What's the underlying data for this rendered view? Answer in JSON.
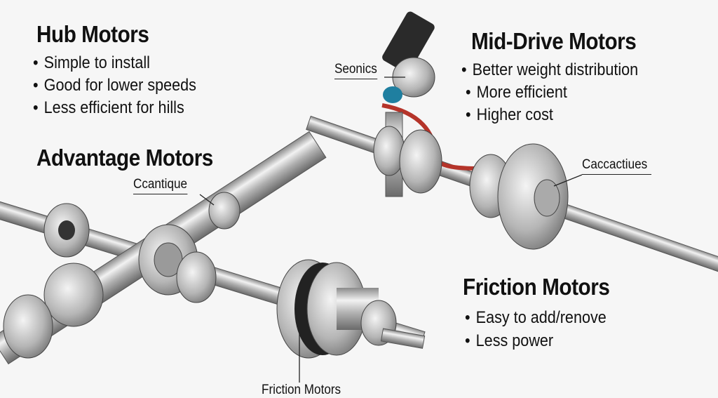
{
  "sections": {
    "hub": {
      "title": "Hub Motors",
      "bullets": [
        "Simple to install",
        "Good for lower speeds",
        "Less efficient for hills"
      ]
    },
    "advantage": {
      "title": "Advantage Motors"
    },
    "mid_drive": {
      "title": "Mid-Drive Motors",
      "bullets": [
        "Better weight distribution",
        "More efficient",
        "Higher cost"
      ]
    },
    "friction": {
      "title": "Friction Motors",
      "bullets": [
        "Easy to add/renove",
        "Less power"
      ]
    }
  },
  "callouts": {
    "ccantique": "Ccantique",
    "seonics": "Seonics",
    "caccactiues": "Caccactiues",
    "friction_bottom": "Friction Motors"
  },
  "colors": {
    "cable": "#b5342a",
    "coupling": "#1f7fa0",
    "motor_body": "#2a2a2a",
    "metal": "#b8b8b8"
  }
}
